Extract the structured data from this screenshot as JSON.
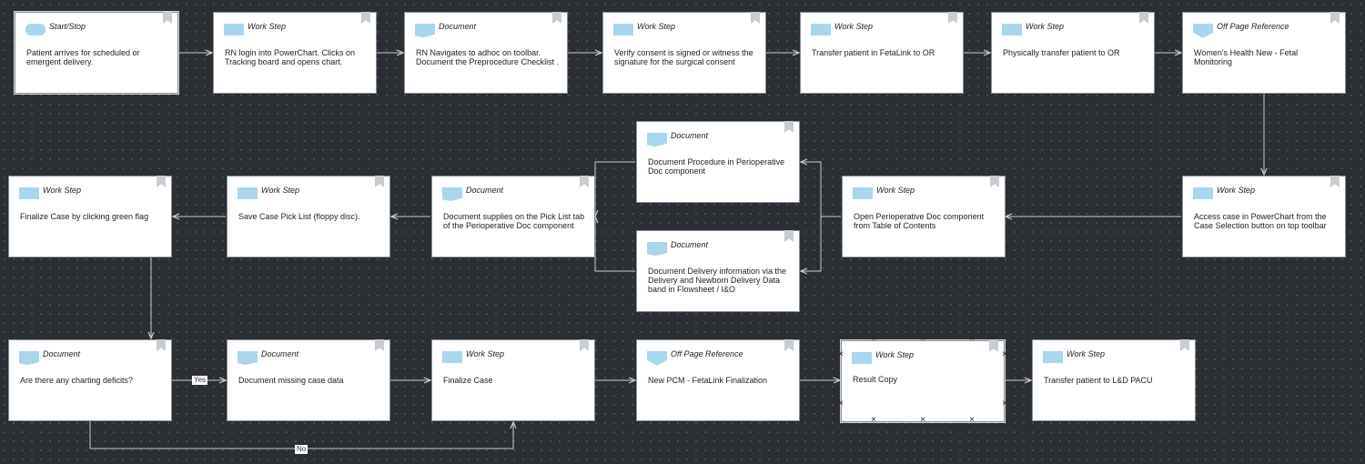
{
  "nodes": {
    "n1": {
      "type": "Start/Stop",
      "text": "Patient arrives for scheduled or emergent delivery."
    },
    "n2": {
      "type": "Work Step",
      "text": "RN login into PowerChart. Clicks on Tracking board and opens chart."
    },
    "n3": {
      "type": "Document",
      "text": "RN Navigates to adhoc on toolbar. Document the Preprocedure Checklist ."
    },
    "n4": {
      "type": "Work Step",
      "text": "Verify consent is signed or witness the signature for the surgical consent"
    },
    "n5": {
      "type": "Work Step",
      "text": "Transfer patient in FetaLink to OR"
    },
    "n6": {
      "type": "Work Step",
      "text": "Physically transfer patient to OR"
    },
    "n7": {
      "type": "Off Page Reference",
      "text": "Women's Health New - Fetal Monitoring"
    },
    "n8": {
      "type": "Work Step",
      "text": "Access case in PowerChart from the Case Selection button on top toolbar"
    },
    "n9": {
      "type": "Work Step",
      "text": "Open Perioperative Doc component from Table of Contents"
    },
    "n10": {
      "type": "Document",
      "text": "Document Procedure in Perioperative Doc component"
    },
    "n11": {
      "type": "Document",
      "text": "Document Delivery information via the Delivery and Newborn Delivery Data band in Flowsheet / I&O"
    },
    "n12": {
      "type": "Document",
      "text": "Document supplies on the Pick List tab of the Perioperative Doc component"
    },
    "n13": {
      "type": "Work Step",
      "text": "Save Case Pick List (floppy disc)."
    },
    "n14": {
      "type": "Work Step",
      "text": "Finalize Case by clicking green flag"
    },
    "n15": {
      "type": "Document",
      "text": "Are there any charting deficits?"
    },
    "n16": {
      "type": "Document",
      "text": "Document missing case data"
    },
    "n17": {
      "type": "Work Step",
      "text": "Finalize Case"
    },
    "n18": {
      "type": "Off Page Reference",
      "text": "New PCM - FetaLink Finalization"
    },
    "n19": {
      "type": "Work Step",
      "text": "Result Copy"
    },
    "n20": {
      "type": "Work Step",
      "text": "Transfer patient  to L&D PACU"
    }
  },
  "connector_labels": {
    "yes": "Yes",
    "no": "No"
  },
  "colors": {
    "background": "#2b2e33",
    "node_fill": "#ffffff",
    "shape_icon": "#a9d6ec",
    "connector": "#c9ccd0"
  }
}
